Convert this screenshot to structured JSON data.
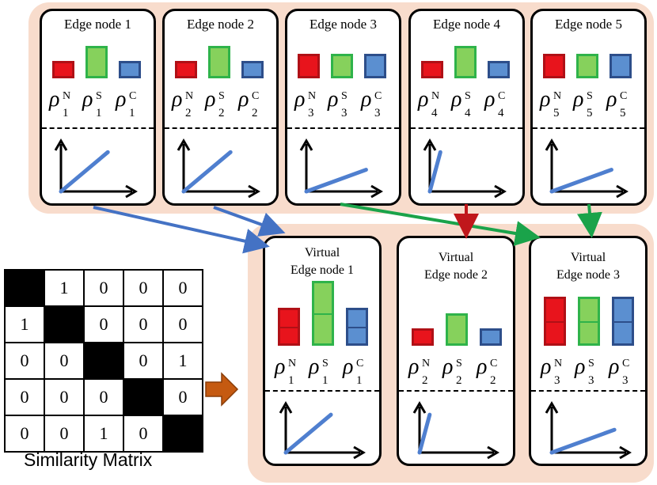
{
  "colors": {
    "panel_bg": "#f8dccc",
    "N_fill": "#e8141c",
    "N_border": "#b01016",
    "S_fill": "#86d15c",
    "S_border": "#2fb34a",
    "C_fill": "#5b8fd0",
    "C_border": "#2d4e8a",
    "link_blue": "#4472c4",
    "link_green": "#1aa34a",
    "link_red": "#c0171b",
    "trend_line": "#4f7fcf",
    "merge_arrow": "#c55a11"
  },
  "edge_nodes": [
    {
      "title": "Edge node 1",
      "index": "1",
      "bars": {
        "N": 0.45,
        "S": 0.85,
        "C": 0.45
      },
      "trend_angle_deg": 40
    },
    {
      "title": "Edge node 2",
      "index": "2",
      "bars": {
        "N": 0.45,
        "S": 0.85,
        "C": 0.45
      },
      "trend_angle_deg": 40
    },
    {
      "title": "Edge node 3",
      "index": "3",
      "bars": {
        "N": 0.65,
        "S": 0.65,
        "C": 0.65
      },
      "trend_angle_deg": 20
    },
    {
      "title": "Edge node 4",
      "index": "4",
      "bars": {
        "N": 0.45,
        "S": 0.85,
        "C": 0.45
      },
      "trend_angle_deg": 75
    },
    {
      "title": "Edge node 5",
      "index": "5",
      "bars": {
        "N": 0.65,
        "S": 0.65,
        "C": 0.65
      },
      "trend_angle_deg": 20
    }
  ],
  "virtual_nodes": [
    {
      "title_line1": "Virtual",
      "title_line2": "Edge node 1",
      "index": "1",
      "bars": {
        "N": 1.0,
        "S": 1.7,
        "C": 1.0
      },
      "segments": 2,
      "trend_angle_deg": 40
    },
    {
      "title_line1": "Virtual",
      "title_line2": "Edge node 2",
      "index": "2",
      "bars": {
        "N": 0.45,
        "S": 0.85,
        "C": 0.45
      },
      "segments": 1,
      "trend_angle_deg": 75
    },
    {
      "title_line1": "Virtual",
      "title_line2": "Edge node 3",
      "index": "3",
      "bars": {
        "N": 1.3,
        "S": 1.3,
        "C": 1.3
      },
      "segments": 2,
      "trend_angle_deg": 20
    }
  ],
  "labels": {
    "N": "N",
    "S": "S",
    "C": "C",
    "rho": "ρ"
  },
  "similarity_matrix": {
    "caption": "Similarity Matrix",
    "rows": [
      [
        "",
        "1",
        "0",
        "0",
        "0"
      ],
      [
        "1",
        "",
        "0",
        "0",
        "0"
      ],
      [
        "0",
        "0",
        "",
        "0",
        "1"
      ],
      [
        "0",
        "0",
        "0",
        "",
        "0"
      ],
      [
        "0",
        "0",
        "1",
        "0",
        ""
      ]
    ]
  }
}
